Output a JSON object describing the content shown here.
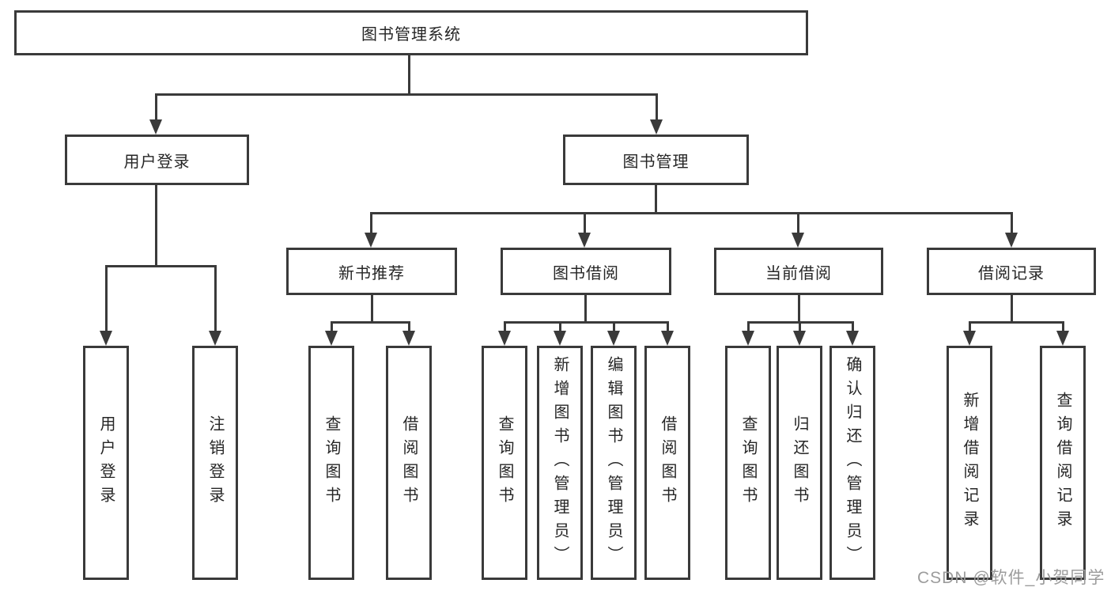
{
  "diagram": {
    "type": "tree",
    "title": "图书管理系统"
  },
  "nodes": {
    "root": "图书管理系统",
    "level2": {
      "login": "用户登录",
      "manage": "图书管理"
    },
    "level3": {
      "newbook": "新书推荐",
      "borrow": "图书借阅",
      "current": "当前借阅",
      "records": "借阅记录"
    },
    "leaves": {
      "login": [
        "用户登录",
        "注销登录"
      ],
      "newbook": [
        "查询图书",
        "借阅图书"
      ],
      "borrow": [
        "查询图书",
        "新增图书（管理员）",
        "编辑图书（管理员）",
        "借阅图书"
      ],
      "current": [
        "查询图书",
        "归还图书",
        "确认归还（管理员）"
      ],
      "records": [
        "新增借阅记录",
        "查询借阅记录"
      ]
    }
  },
  "watermark": {
    "text": "CSDN @软件_小贺同学",
    "color": "#9c9c9c"
  },
  "colors": {
    "line": "#3a3a3a",
    "text": "#262626",
    "background": "#ffffff"
  }
}
